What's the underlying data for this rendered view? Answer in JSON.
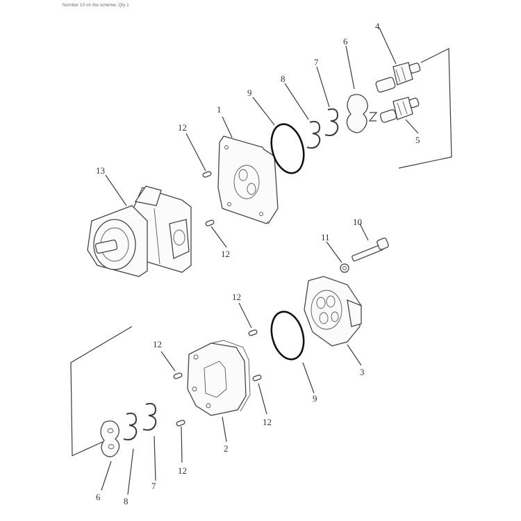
{
  "caption": "Number 10 on the scheme, Qty 1",
  "diagram": {
    "type": "exploded-view-parts-diagram",
    "subject": "hydraulic gear pump assembly",
    "callouts": [
      {
        "id": "c13",
        "label": "13",
        "part": "pump assembly"
      },
      {
        "id": "c1",
        "label": "1",
        "part": "front body / cover plate"
      },
      {
        "id": "c12a",
        "label": "12",
        "part": "dowel pin"
      },
      {
        "id": "c12b",
        "label": "12",
        "part": "dowel pin"
      },
      {
        "id": "c9a",
        "label": "9",
        "part": "O-ring"
      },
      {
        "id": "c8a",
        "label": "8",
        "part": "seal (upper)"
      },
      {
        "id": "c7a",
        "label": "7",
        "part": "seal (upper)"
      },
      {
        "id": "c6a",
        "label": "6",
        "part": "thrust plate (upper)"
      },
      {
        "id": "c4",
        "label": "4",
        "part": "drive gear"
      },
      {
        "id": "c5",
        "label": "5",
        "part": "driven gear"
      },
      {
        "id": "c10",
        "label": "10",
        "part": "bolt"
      },
      {
        "id": "c11",
        "label": "11",
        "part": "washer"
      },
      {
        "id": "c3",
        "label": "3",
        "part": "rear cover"
      },
      {
        "id": "c12c",
        "label": "12",
        "part": "dowel pin"
      },
      {
        "id": "c9b",
        "label": "9",
        "part": "O-ring"
      },
      {
        "id": "c12d",
        "label": "12",
        "part": "dowel pin"
      },
      {
        "id": "c2",
        "label": "2",
        "part": "gear case body"
      },
      {
        "id": "c12e",
        "label": "12",
        "part": "dowel pin"
      },
      {
        "id": "c12f",
        "label": "12",
        "part": "dowel pin"
      },
      {
        "id": "c6b",
        "label": "6",
        "part": "thrust plate (lower)"
      },
      {
        "id": "c8b",
        "label": "8",
        "part": "seal (lower)"
      },
      {
        "id": "c7b",
        "label": "7",
        "part": "seal (lower)"
      }
    ]
  }
}
